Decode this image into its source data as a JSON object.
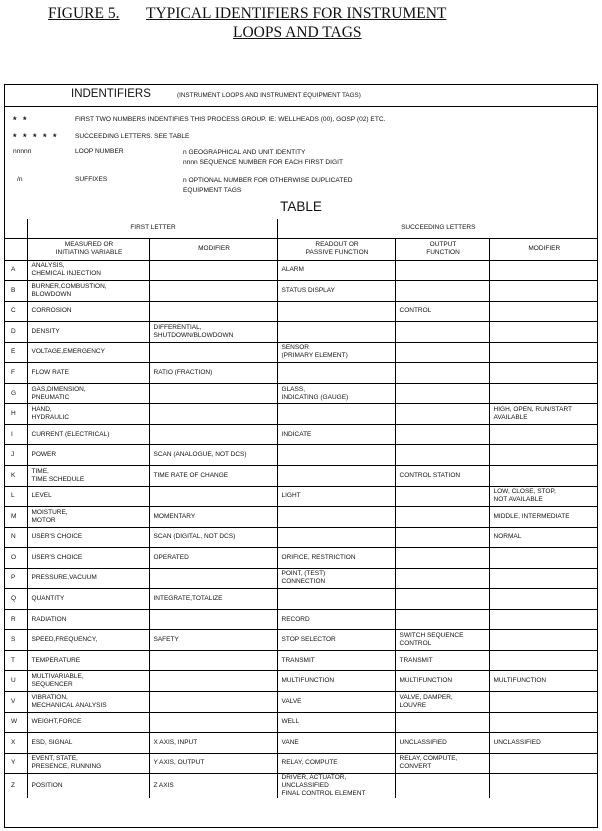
{
  "figure": {
    "number": "FIGURE 5.",
    "title_line1": "TYPICAL IDENTIFIERS FOR INSTRUMENT",
    "title_line2": "LOOPS AND TAGS"
  },
  "identifiers": {
    "title": "INDENTIFIERS",
    "subtitle": "(INSTRUMENT LOOPS AND INSTRUMENT EQUIPMENT TAGS)",
    "rows": [
      {
        "symbol": "* *",
        "label": "FIRST TWO NUMBERS INDENTIFIES THIS PROCESS GROUP. IE: WELLHEADS (00), GOSP (02) ETC.",
        "desc": ""
      },
      {
        "symbol": "* * * * *",
        "label": "SUCCEEDING LETTERS. SEE TABLE",
        "desc": ""
      },
      {
        "symbol": "nnnnn",
        "label": "LOOP NUMBER",
        "desc": "n GEOGRAPHICAL AND UNIT IDENTITY\nnnnn SEQUENCE NUMBER FOR EACH FIRST DIGIT"
      },
      {
        "symbol": "/n",
        "label": "SUFFIXES",
        "desc": "n OPTIONAL NUMBER FOR OTHERWISE DUPLICATED\nEQUIPMENT TAGS"
      }
    ]
  },
  "table": {
    "caption": "TABLE",
    "group_headers": {
      "first": "FIRST LETTER",
      "succeeding": "SUCCEEDING LETTERS"
    },
    "columns": [
      "MEASURED OR\nINITIATING VARIABLE",
      "MODIFIER",
      "READOUT OR\nPASSIVE FUNCTION",
      "OUTPUT\nFUNCTION",
      "MODIFIER"
    ],
    "rows": [
      {
        "letter": "A",
        "cells": [
          "ANALYSIS,\nCHEMICAL INJECTION",
          "",
          "ALARM",
          "",
          ""
        ]
      },
      {
        "letter": "B",
        "cells": [
          "BURNER,COMBUSTION,\nBLOWDOWN",
          "",
          "STATUS DISPLAY",
          "",
          ""
        ]
      },
      {
        "letter": "C",
        "cells": [
          "CORROSION",
          "",
          "",
          "CONTROL",
          ""
        ]
      },
      {
        "letter": "D",
        "cells": [
          "DENSITY",
          "DIFFERENTIAL,\nSHUTDOWN/BLOWDOWN",
          "",
          "",
          ""
        ]
      },
      {
        "letter": "E",
        "cells": [
          "VOLTAGE,EMERGENCY",
          "",
          "SENSOR\n(PRIMARY ELEMENT)",
          "",
          ""
        ]
      },
      {
        "letter": "F",
        "cells": [
          "FLOW RATE",
          "RATIO (FRACTION)",
          "",
          "",
          ""
        ]
      },
      {
        "letter": "G",
        "cells": [
          "GAS,DIMENSION,\nPNEUMATIC",
          "",
          "GLASS,\nINDICATING (GAUGE)",
          "",
          ""
        ]
      },
      {
        "letter": "H",
        "cells": [
          "HAND,\nHYDRAULIC",
          "",
          "",
          "",
          "HIGH, OPEN, RUN/START\nAVAILABLE"
        ]
      },
      {
        "letter": "I",
        "cells": [
          "CURRENT (ELECTRICAL)",
          "",
          "INDICATE",
          "",
          ""
        ]
      },
      {
        "letter": "J",
        "cells": [
          "POWER",
          "SCAN (ANALOGUE, NOT DCS)",
          "",
          "",
          ""
        ]
      },
      {
        "letter": "K",
        "cells": [
          "TIME,\nTIME SCHEDULE",
          "TIME RATE OF CHANGE",
          "",
          "CONTROL STATION",
          ""
        ]
      },
      {
        "letter": "L",
        "cells": [
          "LEVEL",
          "",
          "LIGHT",
          "",
          "LOW, CLOSE, STOP,\nNOT AVAILABLE"
        ]
      },
      {
        "letter": "M",
        "cells": [
          "MOISTURE,\nMOTOR",
          "MOMENTARY",
          "",
          "",
          "MIDDLE, INTERMEDIATE"
        ]
      },
      {
        "letter": "N",
        "cells": [
          "USER'S CHOICE",
          "SCAN (DIGITAL, NOT DCS)",
          "",
          "",
          "NORMAL"
        ]
      },
      {
        "letter": "O",
        "cells": [
          "USER'S CHOICE",
          "OPERATED",
          "ORIFICE, RESTRICTION",
          "",
          ""
        ]
      },
      {
        "letter": "P",
        "cells": [
          "PRESSURE,VACUUM",
          "",
          "POINT, (TEST)\nCONNECTION",
          "",
          ""
        ]
      },
      {
        "letter": "Q",
        "cells": [
          "QUANTITY",
          "INTEGRATE,TOTALIZE",
          "",
          "",
          ""
        ]
      },
      {
        "letter": "R",
        "cells": [
          "RADIATION",
          "",
          "RECORD",
          "",
          ""
        ]
      },
      {
        "letter": "S",
        "cells": [
          "SPEED,FREQUENCY,",
          "SAFETY",
          "STOP SELECTOR",
          "SWITCH SEQUENCE\nCONTROL",
          ""
        ]
      },
      {
        "letter": "T",
        "cells": [
          "TEMPERATURE",
          "",
          "TRANSMIT",
          "TRANSMIT",
          ""
        ]
      },
      {
        "letter": "U",
        "cells": [
          "MULTIVARIABLE,\nSEQUENCER",
          "",
          "MULTIFUNCTION",
          "MULTIFUNCTION",
          "MULTIFUNCTION"
        ]
      },
      {
        "letter": "V",
        "cells": [
          "VIBRATION,\nMECHANICAL ANALYSIS",
          "",
          "VALVE",
          "VALVE, DAMPER,\nLOUVRE",
          ""
        ]
      },
      {
        "letter": "W",
        "cells": [
          "WEIGHT,FORCE",
          "",
          "WELL",
          "",
          ""
        ]
      },
      {
        "letter": "X",
        "cells": [
          "ESD, SIGNAL",
          "X AXIS, INPUT",
          "VANE",
          "UNCLASSIFIED",
          "UNCLASSIFIED"
        ]
      },
      {
        "letter": "Y",
        "cells": [
          "EVENT, STATE,\nPRESENCE, RUNNING",
          "Y AXIS, OUTPUT",
          "RELAY, COMPUTE",
          "RELAY, COMPUTE,\nCONVERT",
          ""
        ]
      },
      {
        "letter": "Z",
        "cells": [
          "POSITION",
          "Z AXIS",
          "DRIVER, ACTUATOR,\nUNCLASSIFIED\nFINAL CONTROL ELEMENT",
          "",
          ""
        ]
      }
    ]
  }
}
